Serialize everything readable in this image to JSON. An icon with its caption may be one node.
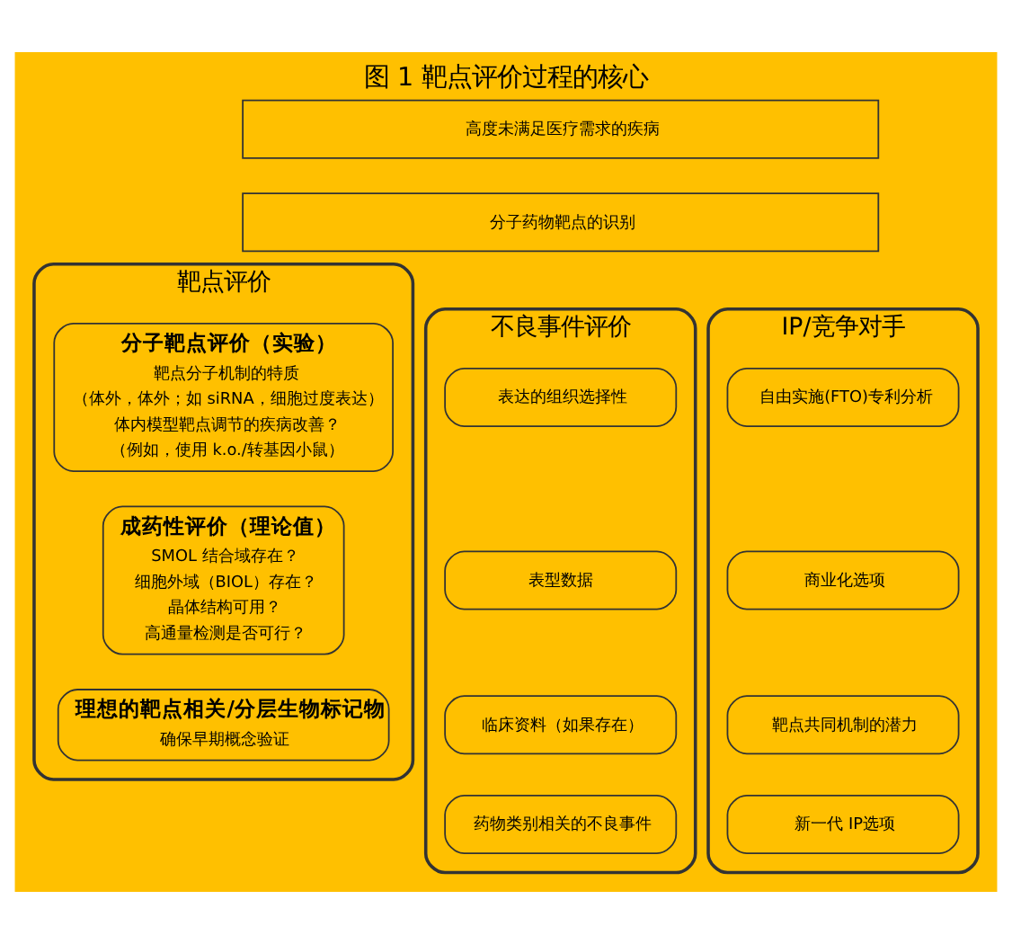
{
  "diagram": {
    "title": "图 1 靶点评价过程的核心",
    "nodes": [
      {
        "text": [
          "高度未满足医疗需求的疾病"
        ]
      },
      {
        "text": [
          "分子药物靶点的识别"
        ]
      },
      {
        "text": [
          "靶点评价"
        ]
      },
      {
        "text": [
          "分子靶点评价（实验）",
          "靶点分子机制的特质",
          "（体外，体外；如 siRNA，细胞过度表达）",
          "体内模型靶点调节的疾病改善？",
          "（例如，使用 k.o./转基因小鼠）"
        ],
        "in": 2
      },
      {
        "text": [
          "成药性评价（理论值）",
          "SMOL 结合域存在？",
          "细胞外域（BIOL）存在？",
          "晶体结构可用？",
          "高通量检测是否可行？"
        ],
        "in": 2
      },
      {
        "text": [
          "理想的靶点相关/分层生物标记物",
          "确保早期概念验证"
        ],
        "in": 2
      },
      {
        "text": [
          "不良事件评价"
        ]
      },
      {
        "text": [
          "表达的组织选择性"
        ],
        "in": 6
      },
      {
        "text": [
          "表型数据"
        ],
        "in": 6
      },
      {
        "text": [
          "临床资料（如果存在）"
        ],
        "in": 6
      },
      {
        "text": [
          "药物类别相关的不良事件"
        ],
        "in": 6
      },
      {
        "text": [
          "IP/竞争对手"
        ]
      },
      {
        "text": [
          "自由实施(FTO)专利分析"
        ],
        "in": 11
      },
      {
        "text": [
          "商业化选项"
        ],
        "in": 11
      },
      {
        "text": [
          "靶点共同机制的潜力"
        ],
        "in": 11
      },
      {
        "text": [
          "新一代 IP选项"
        ],
        "in": 11
      }
    ]
  }
}
